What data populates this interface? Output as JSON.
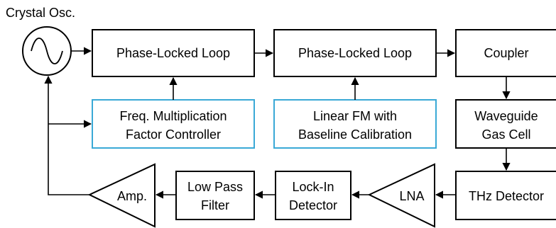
{
  "oscillator": {
    "label": "Crystal Osc."
  },
  "blocks": {
    "pll1": {
      "line1": "Phase-Locked Loop"
    },
    "pll2": {
      "line1": "Phase-Locked Loop"
    },
    "coupler": {
      "line1": "Coupler"
    },
    "freq_mult": {
      "line1": "Freq. Multiplication",
      "line2": "Factor Controller"
    },
    "linear_fm": {
      "line1": "Linear FM with",
      "line2": "Baseline Calibration"
    },
    "waveguide": {
      "line1": "Waveguide",
      "line2": "Gas Cell"
    },
    "thz_detector": {
      "line1": "THz Detector"
    },
    "lock_in": {
      "line1": "Lock-In",
      "line2": "Detector"
    },
    "lpf": {
      "line1": "Low Pass",
      "line2": "Filter"
    }
  },
  "amplifiers": {
    "lna": {
      "label": "LNA"
    },
    "amp": {
      "label": "Amp."
    }
  },
  "colors": {
    "controller_border": "#3aa9d6",
    "default_border": "#000000"
  }
}
